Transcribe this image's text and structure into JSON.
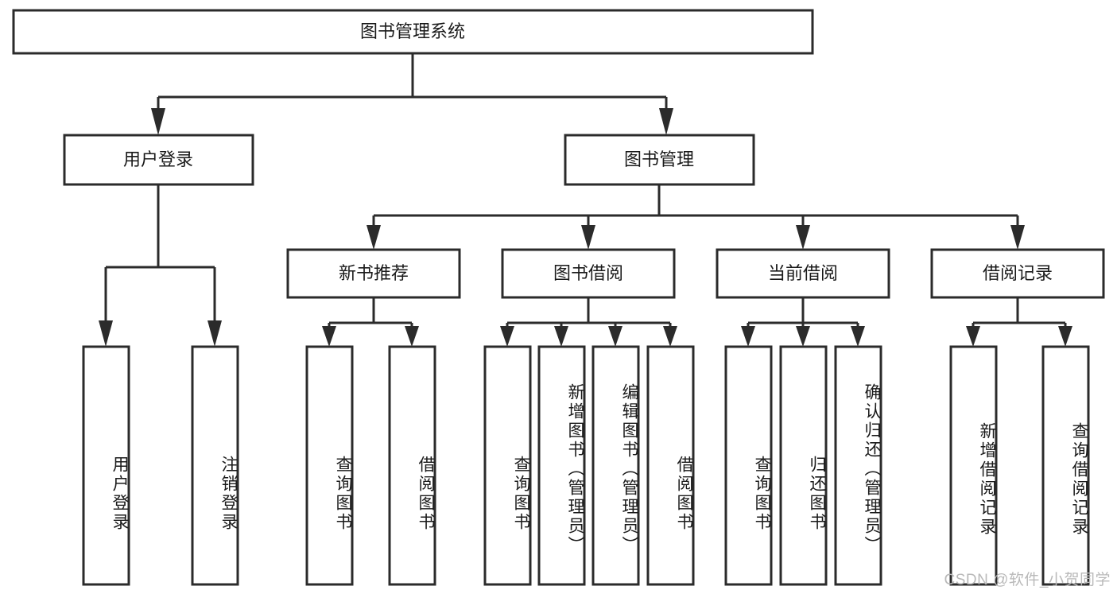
{
  "diagram": {
    "type": "hierarchy-tree",
    "root": {
      "id": "root",
      "label": "图书管理系统"
    },
    "level2": [
      {
        "id": "user-login",
        "label": "用户登录"
      },
      {
        "id": "book-manage",
        "label": "图书管理"
      }
    ],
    "level3": [
      {
        "id": "new-book-recommend",
        "label": "新书推荐",
        "parent": "book-manage"
      },
      {
        "id": "book-borrow",
        "label": "图书借阅",
        "parent": "book-manage"
      },
      {
        "id": "current-borrow",
        "label": "当前借阅",
        "parent": "book-manage"
      },
      {
        "id": "borrow-record",
        "label": "借阅记录",
        "parent": "book-manage"
      }
    ],
    "leaves": [
      {
        "id": "leaf-user-login",
        "label": "用户登录",
        "parent": "user-login"
      },
      {
        "id": "leaf-logout-login",
        "label": "注销登录",
        "parent": "user-login"
      },
      {
        "id": "leaf-query-book-1",
        "label": "查询图书",
        "parent": "new-book-recommend"
      },
      {
        "id": "leaf-borrow-book-1",
        "label": "借阅图书",
        "parent": "new-book-recommend"
      },
      {
        "id": "leaf-query-book-2",
        "label": "查询图书",
        "parent": "book-borrow"
      },
      {
        "id": "leaf-add-book",
        "label": "新增图书（管理员）",
        "parent": "book-borrow"
      },
      {
        "id": "leaf-edit-book",
        "label": "编辑图书（管理员）",
        "parent": "book-borrow"
      },
      {
        "id": "leaf-borrow-book-2",
        "label": "借阅图书",
        "parent": "book-borrow"
      },
      {
        "id": "leaf-query-book-3",
        "label": "查询图书",
        "parent": "current-borrow"
      },
      {
        "id": "leaf-return-book",
        "label": "归还图书",
        "parent": "current-borrow"
      },
      {
        "id": "leaf-confirm-return",
        "label": "确认归还（管理员）",
        "parent": "current-borrow"
      },
      {
        "id": "leaf-add-record",
        "label": "新增借阅记录",
        "parent": "borrow-record"
      },
      {
        "id": "leaf-query-record",
        "label": "查询借阅记录",
        "parent": "borrow-record"
      }
    ]
  },
  "watermark": {
    "text": "CSDN @软件_小贺同学"
  },
  "colors": {
    "stroke": "#2b2b2b",
    "fill": "#ffffff",
    "text": "#1a1a1a",
    "watermark": "#b9b9b9"
  }
}
